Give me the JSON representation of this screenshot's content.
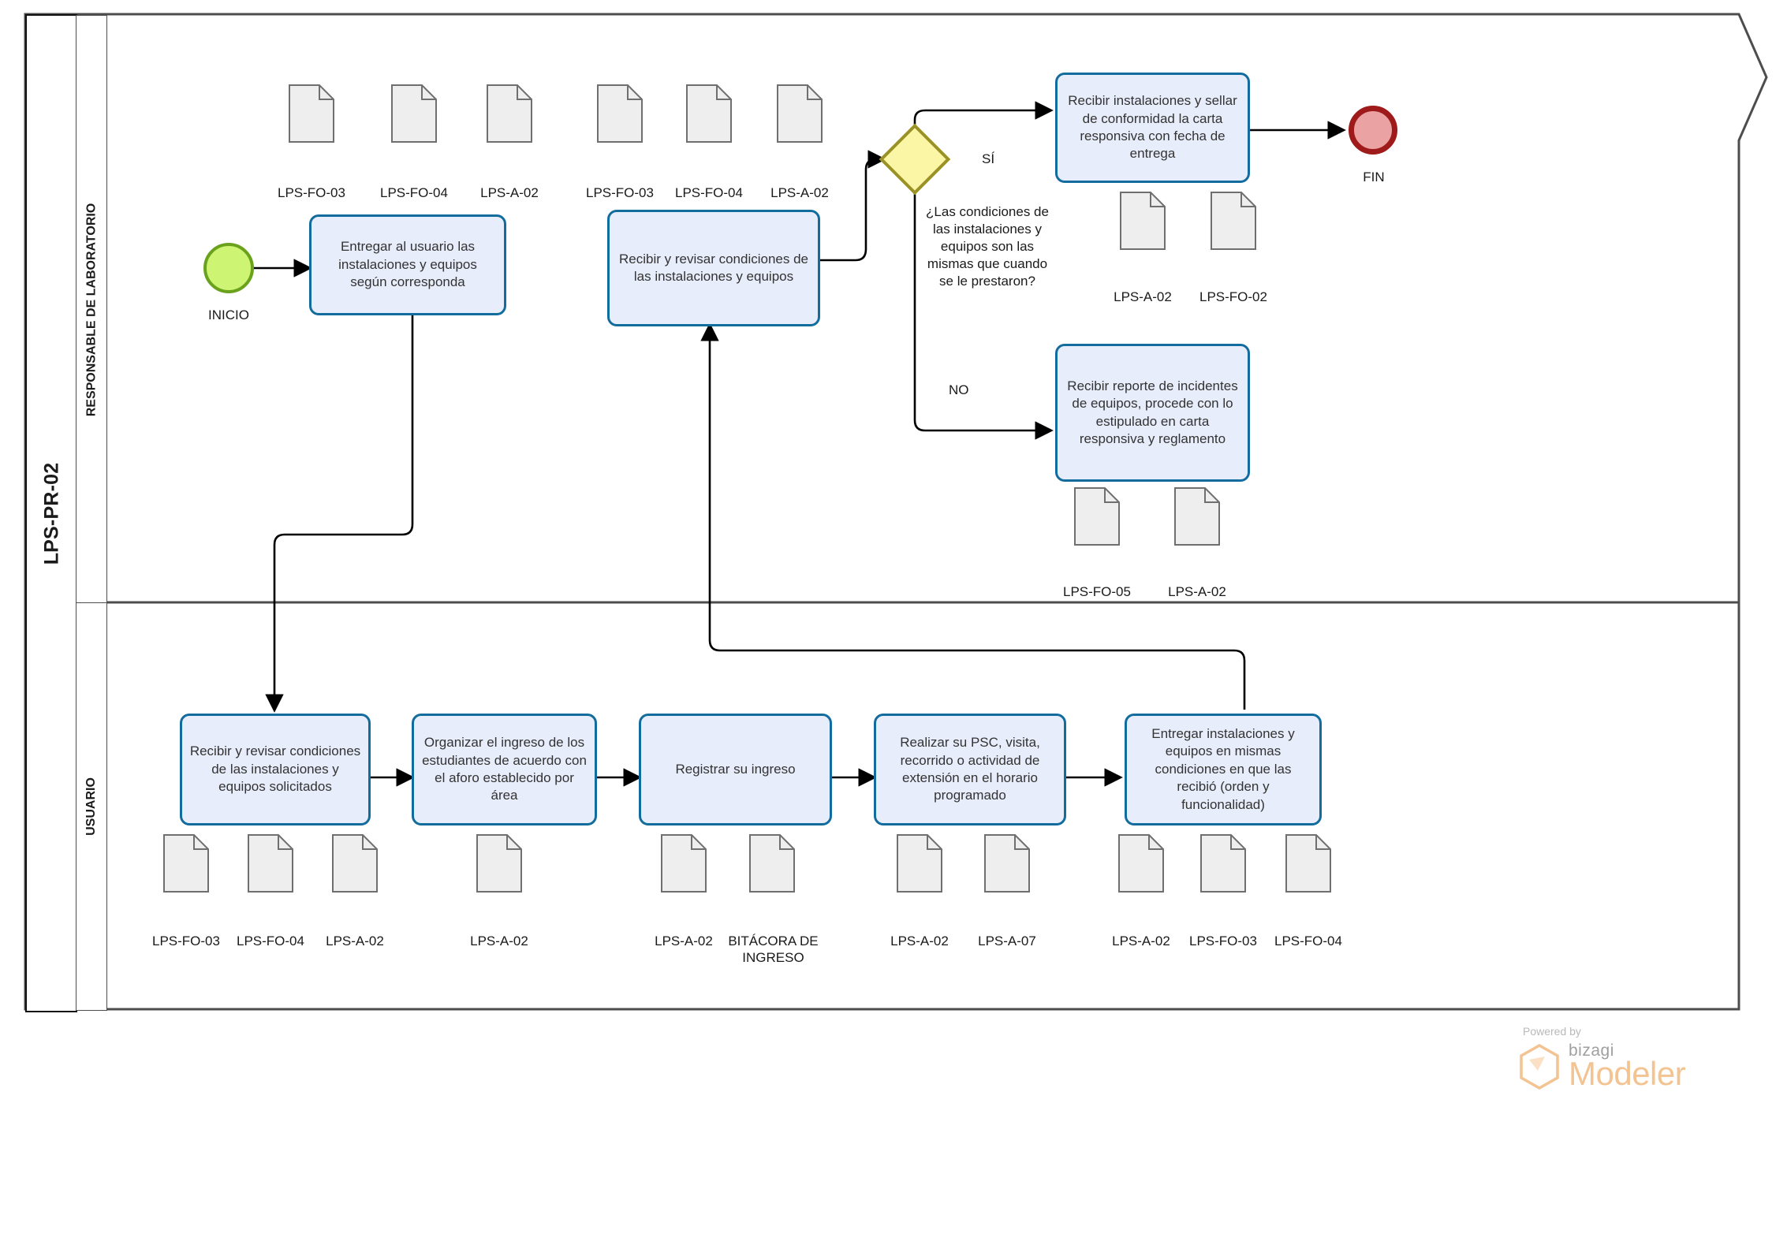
{
  "pool": {
    "id_label": "LPS-PR-02",
    "lanes": [
      {
        "name": "RESPONSABLE DE LABORATORIO"
      },
      {
        "name": "USUARIO"
      }
    ]
  },
  "events": {
    "start": {
      "caption": "INICIO",
      "fill": "#cdf472",
      "stroke": "#6aa21e"
    },
    "end": {
      "caption": "FIN",
      "fill": "#eaa2a2",
      "stroke": "#9f1b1b"
    }
  },
  "gateway": {
    "caption": "¿Las condiciones de las instalaciones y equipos son las mismas que cuando se le prestaron?",
    "fill": "#faf6a6",
    "stroke": "#9a9226",
    "branches": {
      "yes": "SÍ",
      "no": "NO"
    }
  },
  "tasks": {
    "t1": "Entregar al usuario las instalaciones y equipos según corresponda",
    "t2": "Recibir y revisar condiciones de las instalaciones y equipos",
    "t3": "Recibir instalaciones y sellar de conformidad la carta responsiva con fecha de entrega",
    "t4": "Recibir reporte de incidentes de equipos, procede con lo estipulado en carta responsiva y reglamento",
    "t5": "Recibir y revisar condiciones de las instalaciones y equipos solicitados",
    "t6": "Organizar el ingreso de los estudiantes de acuerdo con el aforo establecido por área",
    "t7": "Registrar su ingreso",
    "t8": "Realizar su PSC, visita, recorrido o actividad de extensión en el horario programado",
    "t9": "Entregar instalaciones y equipos en mismas condiciones en que las recibió (orden y funcionalidad)"
  },
  "documents": {
    "g1": [
      "LPS-FO-03",
      "LPS-FO-04",
      "LPS-A-02"
    ],
    "g2": [
      "LPS-FO-03",
      "LPS-FO-04",
      "LPS-A-02"
    ],
    "g3": [
      "LPS-A-02",
      "LPS-FO-02"
    ],
    "g4": [
      "LPS-FO-05",
      "LPS-A-02"
    ],
    "g5": [
      "LPS-FO-03",
      "LPS-FO-04",
      "LPS-A-02"
    ],
    "g6": [
      "LPS-A-02"
    ],
    "g7": [
      "LPS-A-02",
      "BITÁCORA DE INGRESO"
    ],
    "g8": [
      "LPS-A-02",
      "LPS-A-07"
    ],
    "g9": [
      "LPS-A-02",
      "LPS-FO-03",
      "LPS-FO-04"
    ]
  },
  "branding": {
    "powered_by": "Powered by",
    "bizagi": "bizagi",
    "modeler": "Modeler",
    "accent": "#f3c391"
  },
  "colors": {
    "task_fill": "#e8edfb",
    "task_border": "#136c9e",
    "doc_fill": "#eeeeee",
    "doc_border": "#6f6f6f",
    "pool_border": "#111111",
    "lane_border": "#4d4d4d"
  }
}
